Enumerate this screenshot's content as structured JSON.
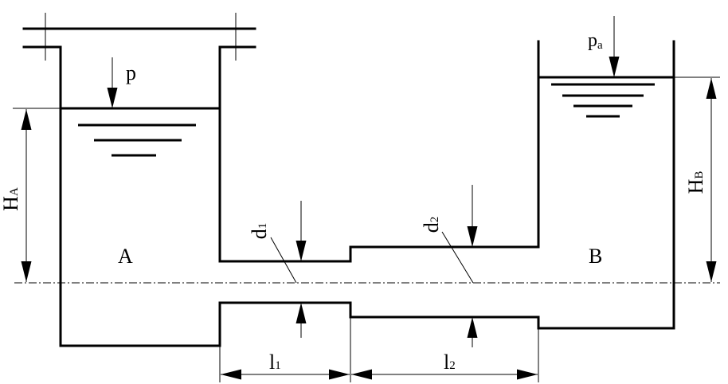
{
  "labels": {
    "pressure_a": "p",
    "pressure_b_main": "p",
    "pressure_b_sub": "a",
    "tank_a": "A",
    "tank_b": "B",
    "height_a_main": "H",
    "height_a_sub": "A",
    "height_b_main": "H",
    "height_b_sub": "B",
    "diameter_1_main": "d",
    "diameter_1_sub": "1",
    "diameter_2_main": "d",
    "diameter_2_sub": "2",
    "length_1_main": "l",
    "length_1_sub": "1",
    "length_2_main": "l",
    "length_2_sub": "2"
  }
}
